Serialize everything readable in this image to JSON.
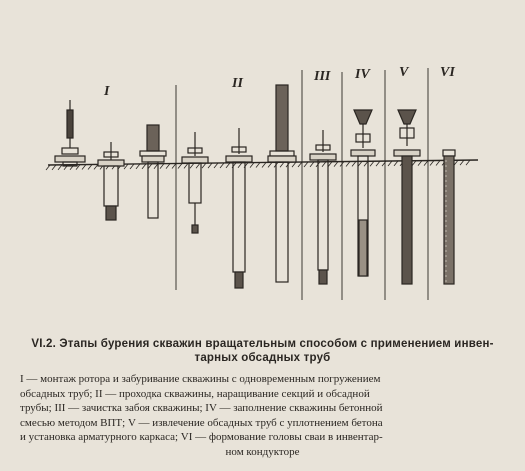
{
  "stages": [
    {
      "numeral": "I"
    },
    {
      "numeral": "II"
    },
    {
      "numeral": "III"
    },
    {
      "numeral": "IV"
    },
    {
      "numeral": "V"
    },
    {
      "numeral": "VI"
    }
  ],
  "caption": {
    "title_line1": "VI.2. Этапы бурения скважин вращательным способом с применением инвен-",
    "title_line2": "тарных обсадных труб",
    "legend_lines": [
      "I — монтаж ротора и забуривание скважины с одновременным погружением",
      "обсадных труб; II — проходка скважины, наращивание секций и обсадной",
      "трубы; III — зачистка забоя скважины; IV — заполнение скважины бетонной",
      "смесью методом ВПТ; V — извлечение обсадных труб с уплотнением бетона",
      "и установка арматурного каркаса; VI — формование головы сваи в инвентар-",
      "ном кондукторе"
    ]
  },
  "colors": {
    "paper": "#e8e3d9",
    "ink": "#2a2622"
  }
}
